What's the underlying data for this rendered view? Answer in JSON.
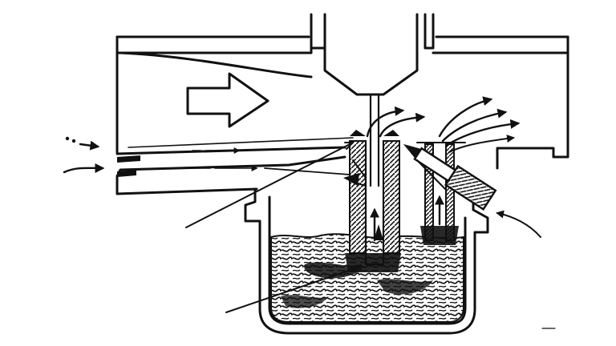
{
  "diagram": {
    "kind": "carburetor-cross-section",
    "style": "black-and-white line drawing",
    "ink_color": "#111111",
    "paper_color": "#ffffff",
    "components": [
      "air-horn-venturi",
      "throttle-slide",
      "main-jet-needle-assembly",
      "pilot-jet",
      "pilot-air-screw",
      "float-bowl",
      "fuel"
    ],
    "flow_arrows": [
      "air-intake-arrow",
      "bypass-air-arrows",
      "fuel-spray-arrows",
      "fuel-rise-arrows"
    ],
    "leader_lines": 4
  }
}
